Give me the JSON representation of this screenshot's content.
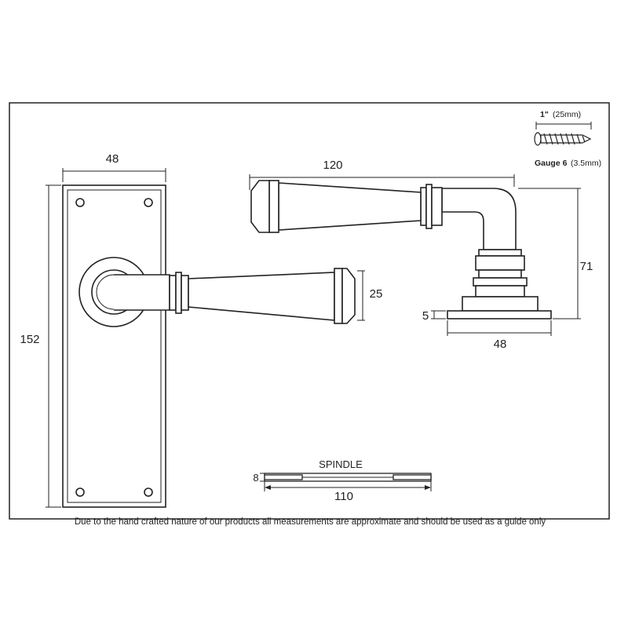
{
  "dimensions": {
    "plate_width": "48",
    "plate_height": "152",
    "lever_projection": "25",
    "lever_length": "120",
    "lever_height": "71",
    "rose_thickness": "5",
    "rose_diameter": "48",
    "spindle_size": "8",
    "spindle_length": "110"
  },
  "spindle_label": "SPINDLE",
  "screw": {
    "length": "1\"",
    "length_mm": "(25mm)",
    "gauge": "Gauge 6",
    "gauge_mm": "(3.5mm)"
  },
  "footer_note": "Due to the hand crafted nature of our products all measurements are approximate and should be used as a guide only"
}
